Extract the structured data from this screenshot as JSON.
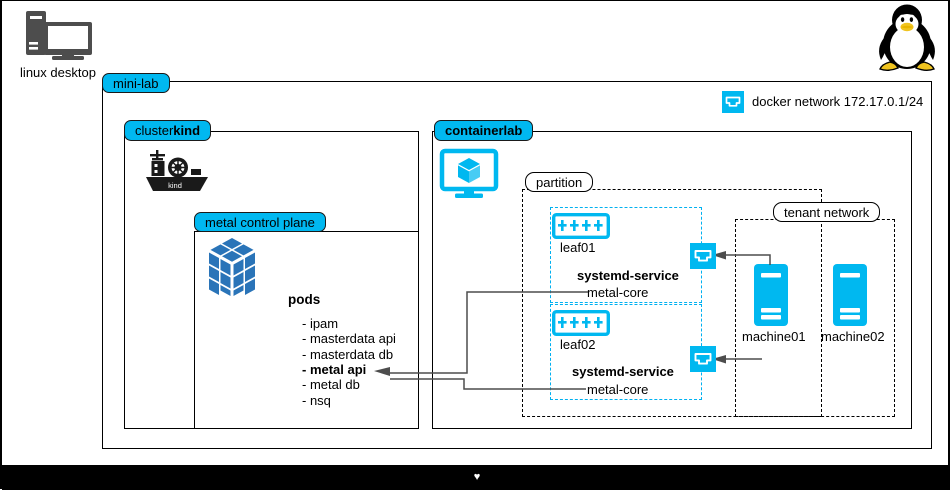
{
  "diagram": {
    "title": "mini-lab",
    "desktop": {
      "label": "linux desktop",
      "icon": "desktop-computer-icon"
    },
    "tux": {
      "icon": "tux-penguin-icon"
    },
    "docker_network": {
      "label": "docker network 172.17.0.1/24",
      "icon": "network-port-icon"
    },
    "cluster": {
      "label_prefix": "cluster ",
      "label_strong": "kind",
      "icon": "kind-ship-icon",
      "control_plane": {
        "label": "metal control plane",
        "icon": "kubernetes-cube-icon",
        "pods_title": "pods",
        "pods": [
          {
            "name": "- ipam",
            "bold": false
          },
          {
            "name": "- masterdata api",
            "bold": false
          },
          {
            "name": "- masterdata db",
            "bold": false
          },
          {
            "name": "- metal api",
            "bold": true
          },
          {
            "name": "- metal db",
            "bold": false
          },
          {
            "name": "- nsq",
            "bold": false
          }
        ]
      }
    },
    "containerlab": {
      "label": "containerlab",
      "icon": "containerlab-monitor-cube-icon",
      "partition": {
        "label": "partition",
        "leaves": [
          {
            "name": "leaf01",
            "icon": "leaf-switch-icon",
            "service_title": "systemd-service",
            "service_name": "metal-core",
            "port_icon": "network-port-icon"
          },
          {
            "name": "leaf02",
            "icon": "leaf-switch-icon",
            "service_title": "systemd-service",
            "service_name": "metal-core",
            "port_icon": "network-port-icon"
          }
        ]
      },
      "tenant_network": {
        "label": "tenant network",
        "machines": [
          {
            "name": "machine01",
            "icon": "server-machine-icon"
          },
          {
            "name": "machine02",
            "icon": "server-machine-icon"
          }
        ]
      }
    },
    "colors": {
      "accent_cyan": "#00b8f0",
      "cube_blue": "#2a74b8",
      "border_black": "#000000",
      "connector_gray": "#4d4d4d"
    },
    "statusbar": {
      "glyph": "♥"
    }
  }
}
